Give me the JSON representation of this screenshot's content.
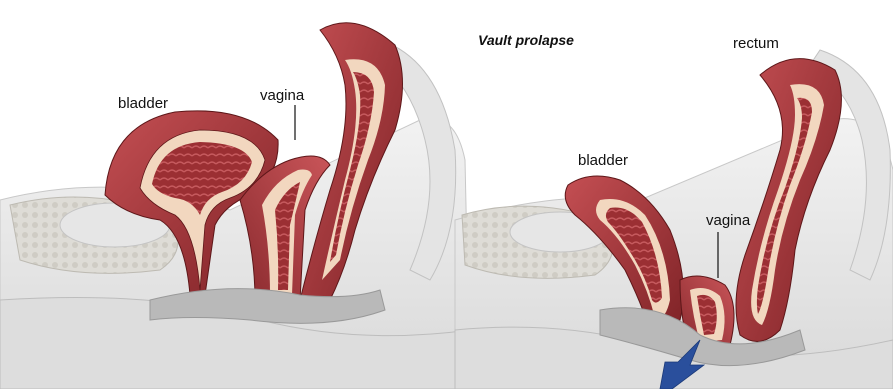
{
  "left_panel": {
    "labels": {
      "bladder": "bladder",
      "vagina": "vagina"
    }
  },
  "right_panel": {
    "title": "Vault prolapse",
    "labels": {
      "rectum": "rectum",
      "bladder": "bladder",
      "vagina": "vagina"
    }
  },
  "colors": {
    "tissue_light": "#e9e9e9",
    "tissue_mid": "#cfcfcf",
    "bone": "#d8d8d2",
    "muscle_dark": "#8e2a2c",
    "muscle_mid": "#b8444a",
    "muscle_light": "#d9686c",
    "wall_cream": "#f2d7bf",
    "arrow": "#2a4f9c"
  }
}
